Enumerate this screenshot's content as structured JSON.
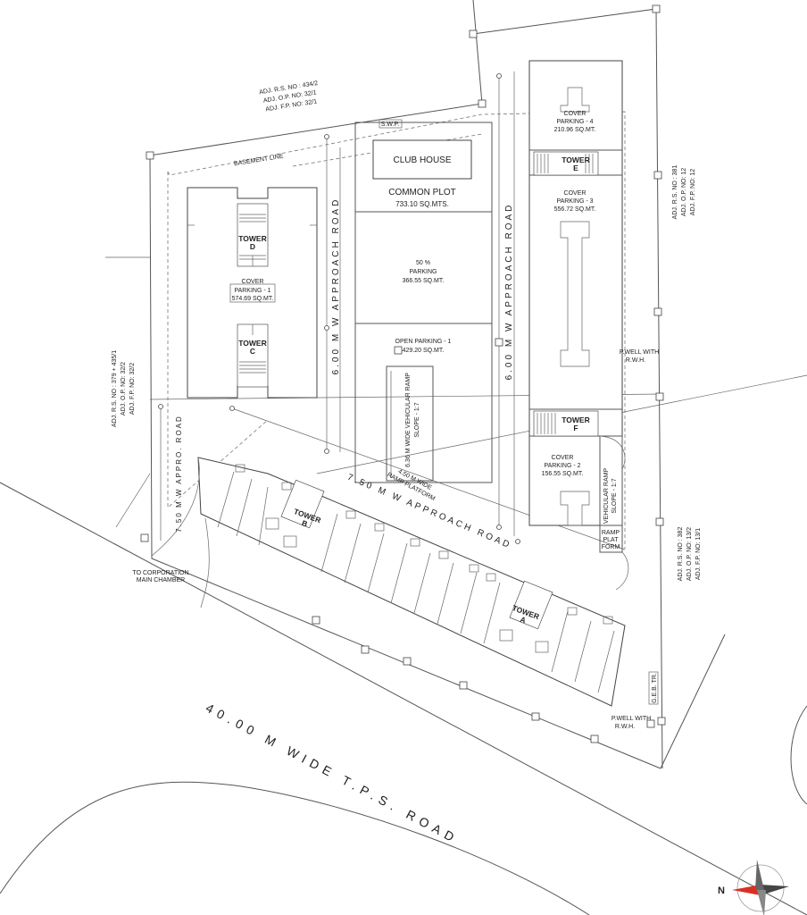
{
  "adjacent_top": [
    "ADJ. R.S. NO : 434/2",
    "ADJ. O.P. NO: 32/1",
    "ADJ. F.P. NO: 32/1"
  ],
  "adjacent_right_top": [
    "ADJ. R.S. NO : 381",
    "ADJ. O.P. NO: 12",
    "ADJ. F.P. NO: 12"
  ],
  "adjacent_right_bottom": [
    "ADJ. R.S. NO : 382",
    "ADJ. O.P. NO: 13/2",
    "ADJ. F.P. NO: 13/1"
  ],
  "adjacent_left": [
    "ADJ. R.S. NO : 379 + 435/1",
    "ADJ. O.P. NO: 32/2",
    "ADJ. F.P. NO: 32/2"
  ],
  "swp": "S.W.P.",
  "basement_line": "BASEMENT LINE",
  "club_house": "CLUB HOUSE",
  "common_plot": {
    "line1": "COMMON PLOT",
    "line2": "733.10 SQ.MTS."
  },
  "parking_50": {
    "line1": "50 %",
    "line2": "PARKING",
    "line3": "366.55 SQ.MT."
  },
  "open_parking": {
    "line1": "OPEN PARKING - 1",
    "line2": "429.20 SQ.MT."
  },
  "vehicular_ramp": {
    "line1": "6.36 M WIDE VEHICULAR RAMP",
    "line2": "SLOPE - 1:7"
  },
  "ramp_platform": {
    "line1": "4.50 M WIDE",
    "line2": "RAMP PLATFORM"
  },
  "towers": {
    "a": {
      "line1": "TOWER",
      "line2": "A"
    },
    "b": {
      "line1": "TOWER",
      "line2": "B"
    },
    "c": {
      "line1": "TOWER",
      "line2": "C"
    },
    "d": {
      "line1": "TOWER",
      "line2": "D"
    },
    "e": {
      "line1": "TOWER",
      "line2": "E"
    },
    "f": {
      "line1": "TOWER",
      "line2": "F"
    }
  },
  "cover_parking_1": {
    "line1": "COVER",
    "line2": "PARKING - 1",
    "line3": "574.69 SQ.MT."
  },
  "cover_parking_2": {
    "line1": "COVER",
    "line2": "PARKING - 2",
    "line3": "156.55 SQ.MT."
  },
  "cover_parking_3": {
    "line1": "COVER",
    "line2": "PARKING - 3",
    "line3": "556.72 SQ.MT."
  },
  "cover_parking_4": {
    "line1": "COVER",
    "line2": "PARKING - 4",
    "line3": "210.96 SQ.MT."
  },
  "vehicular_ramp_right": {
    "line1": "VEHICULAR RAMP",
    "line2": "SLOPE - 1:7"
  },
  "ramp_plat_form": {
    "line1": "RAMP",
    "line2": "PLAT",
    "line3": "FORM"
  },
  "approach_road_left": "6.00  M  W  APPROACH  ROAD",
  "approach_road_right": "6.00  M  W  APPROACH  ROAD",
  "approach_road_diag": "7.50  M  W  APPROACH  ROAD",
  "left_road": "7.50  M W APPRO.  ROAD",
  "pwell_top": {
    "line1": "P.WELL WITH",
    "line2": "R.W.H."
  },
  "pwell_bottom": {
    "line1": "P.WELL WITH",
    "line2": "R.W.H."
  },
  "corporation": {
    "line1": "TO CORPORATION",
    "line2": "MAIN CHAMBER"
  },
  "geb": "G.E.B. TR.",
  "main_road": "40.00  M  WIDE  T.P.S.  ROAD",
  "north": "N",
  "colors": {
    "line": "#555555",
    "north_arrow": "#d93025"
  }
}
